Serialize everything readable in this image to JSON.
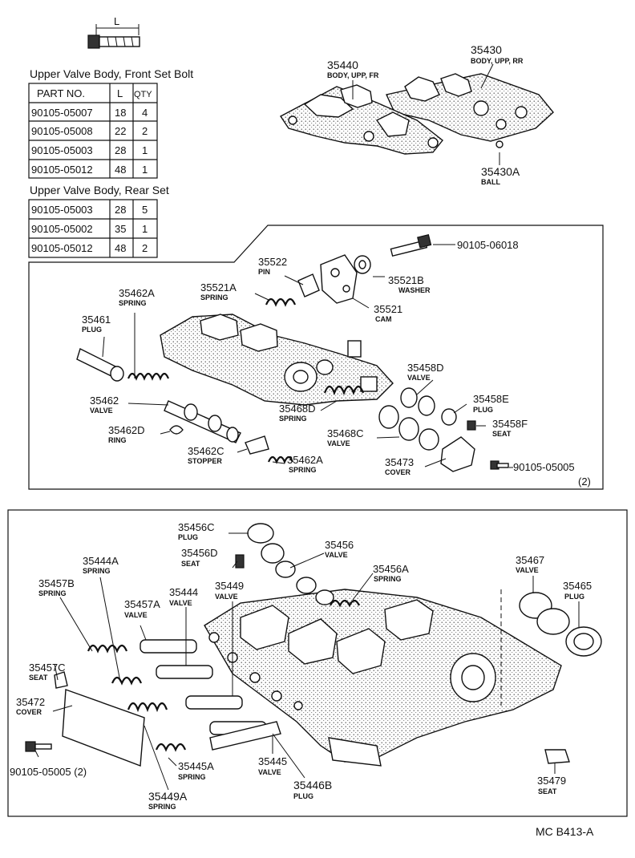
{
  "bolt_dim_label": "L",
  "table1": {
    "title": "Upper Valve Body, Front Set Bolt",
    "headers": [
      "PART NO.",
      "L",
      "QTY"
    ],
    "rows": [
      [
        "90105-05007",
        "18",
        "4"
      ],
      [
        "90105-05008",
        "22",
        "2"
      ],
      [
        "90105-05003",
        "28",
        "1"
      ],
      [
        "90105-05012",
        "48",
        "1"
      ]
    ]
  },
  "table2": {
    "title": "Upper Valve Body, Rear Set",
    "rows": [
      [
        "90105-05003",
        "28",
        "5"
      ],
      [
        "90105-05002",
        "35",
        "1"
      ],
      [
        "90105-05012",
        "48",
        "2"
      ]
    ]
  },
  "labels": {
    "p35440": {
      "num": "35440",
      "sub": "BODY, UPP, FR"
    },
    "p35430": {
      "num": "35430",
      "sub": "BODY, UPP, RR"
    },
    "p35430A": {
      "num": "35430A",
      "sub": "BALL"
    },
    "bolt06018": {
      "num": "90105-06018"
    },
    "p35522": {
      "num": "35522",
      "sub": "PIN"
    },
    "p35521A": {
      "num": "35521A",
      "sub": "SPRING"
    },
    "p35521B": {
      "num": "35521B",
      "sub": "WASHER"
    },
    "p35521": {
      "num": "35521",
      "sub": "CAM"
    },
    "p35462A_top": {
      "num": "35462A",
      "sub": "SPRING"
    },
    "p35461": {
      "num": "35461",
      "sub": "PLUG"
    },
    "p35458D": {
      "num": "35458D",
      "sub": "VALVE"
    },
    "p35458E": {
      "num": "35458E",
      "sub": "PLUG"
    },
    "p35458F": {
      "num": "35458F",
      "sub": "SEAT"
    },
    "p35462": {
      "num": "35462",
      "sub": "VALVE"
    },
    "p35468D": {
      "num": "35468D",
      "sub": "SPRING"
    },
    "p35468C": {
      "num": "35468C",
      "sub": "VALVE"
    },
    "p35462D": {
      "num": "35462D",
      "sub": "RING"
    },
    "p35462C": {
      "num": "35462C",
      "sub": "STOPPER"
    },
    "p35462A_bot": {
      "num": "35462A",
      "sub": "SPRING"
    },
    "p35473": {
      "num": "35473",
      "sub": "COVER"
    },
    "bolt05005_a": {
      "num": "90105-05005",
      "qty": "(2)"
    },
    "p35456C": {
      "num": "35456C",
      "sub": "PLUG"
    },
    "p35456": {
      "num": "35456",
      "sub": "VALVE"
    },
    "p35456D": {
      "num": "35456D",
      "sub": "SEAT"
    },
    "p35456A": {
      "num": "35456A",
      "sub": "SPRING"
    },
    "p35444A": {
      "num": "35444A",
      "sub": "SPRING"
    },
    "p35457B": {
      "num": "35457B",
      "sub": "SPRING"
    },
    "p35444": {
      "num": "35444",
      "sub": "VALVE"
    },
    "p35449": {
      "num": "35449",
      "sub": "VALVE"
    },
    "p35457A": {
      "num": "35457A",
      "sub": "VALVE"
    },
    "p35467": {
      "num": "35467",
      "sub": "VALVE"
    },
    "p35465": {
      "num": "35465",
      "sub": "PLUG"
    },
    "p35457C": {
      "num": "35457C",
      "sub": "SEAT"
    },
    "p35472": {
      "num": "35472",
      "sub": "COVER"
    },
    "bolt05005_b": {
      "num": "90105-05005 (2)"
    },
    "p35445A": {
      "num": "35445A",
      "sub": "SPRING"
    },
    "p35445": {
      "num": "35445",
      "sub": "VALVE"
    },
    "p35449A": {
      "num": "35449A",
      "sub": "SPRING"
    },
    "p35446B": {
      "num": "35446B",
      "sub": "PLUG"
    },
    "p35479": {
      "num": "35479",
      "sub": "SEAT"
    }
  },
  "diagram_code": "MC B413-A"
}
